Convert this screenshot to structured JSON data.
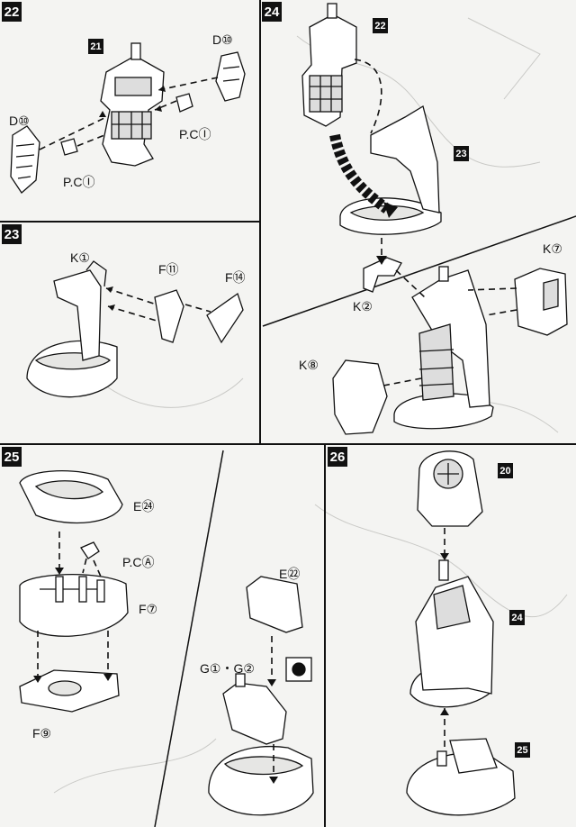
{
  "steps": [
    {
      "num": "22",
      "labels": [
        "D⑩",
        "D⑩",
        "P.CⒾ",
        "P.CⒾ"
      ],
      "ref": "21"
    },
    {
      "num": "23",
      "labels": [
        "K①",
        "F⑪",
        "F⑭"
      ]
    },
    {
      "num": "24",
      "labels": [
        "K②",
        "K⑦",
        "K⑧"
      ],
      "refs": [
        "22",
        "23"
      ]
    },
    {
      "num": "25",
      "labels": [
        "E㉔",
        "P.CⒶ",
        "F⑦",
        "F⑨",
        "E㉒",
        "G①・G②"
      ]
    },
    {
      "num": "26",
      "refs": [
        "20",
        "24",
        "25"
      ]
    }
  ],
  "colors": {
    "ink": "#111111",
    "paper": "#f4f4f2",
    "ghost": "#c9c9c6"
  }
}
